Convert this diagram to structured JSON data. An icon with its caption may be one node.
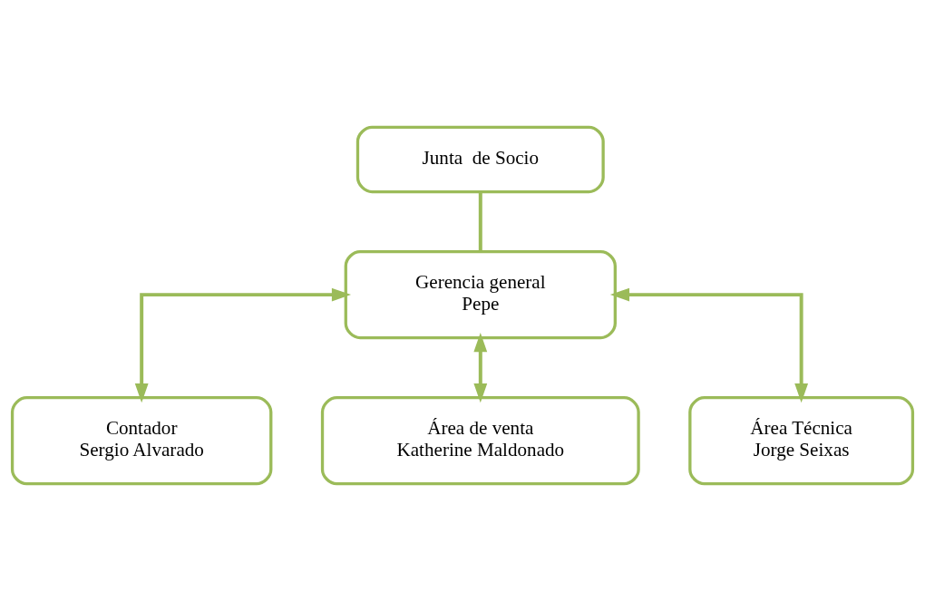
{
  "diagram": {
    "nodes": [
      {
        "text": [
          "Junta  de Socio"
        ]
      },
      {
        "text": [
          "Gerencia general",
          "Pepe"
        ]
      },
      {
        "text": [
          "Contador",
          "Sergio Alvarado"
        ]
      },
      {
        "text": [
          "Área de venta",
          "Katherine Maldonado"
        ]
      },
      {
        "text": [
          "Área Técnica",
          "Jorge Seixas"
        ]
      }
    ],
    "edges": [
      {
        "from": 0,
        "to": 1,
        "arrow": "none"
      },
      {
        "from": 1,
        "to": 3,
        "arrow": "both"
      },
      {
        "from": 1,
        "to": 2,
        "arrow": "both"
      },
      {
        "from": 1,
        "to": 4,
        "arrow": "both"
      }
    ]
  }
}
